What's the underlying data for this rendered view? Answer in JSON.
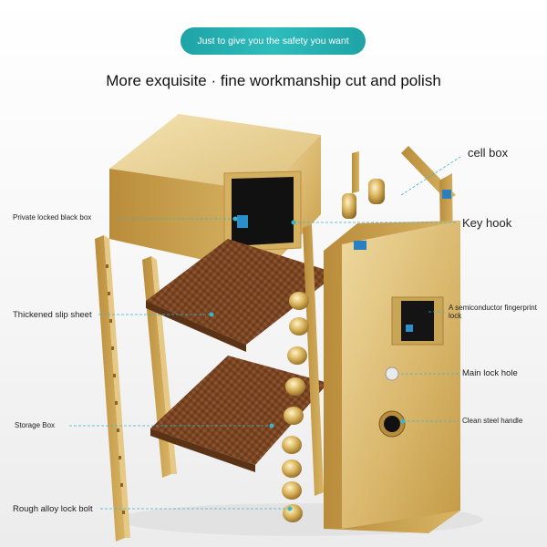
{
  "banner": {
    "pill_text": "Just to give you the safety you want"
  },
  "headline": "More exquisite · fine workmanship cut and polish",
  "labels": {
    "cell_box": "cell box",
    "private_box": "Private locked black box",
    "key_hook": "Key hook",
    "slip_sheet": "Thickened slip sheet",
    "fingerprint_lock": "A semiconductor fingerprint lock",
    "main_lock_hole": "Main lock hole",
    "storage_box": "Storage Box",
    "handle": "Clean steel handle",
    "lock_bolt": "Rough alloy lock bolt"
  },
  "colors": {
    "gold": "#d9b76a",
    "pill": "#22aeb0",
    "wood": "#7a4522",
    "leader": "#3fb3c8"
  }
}
